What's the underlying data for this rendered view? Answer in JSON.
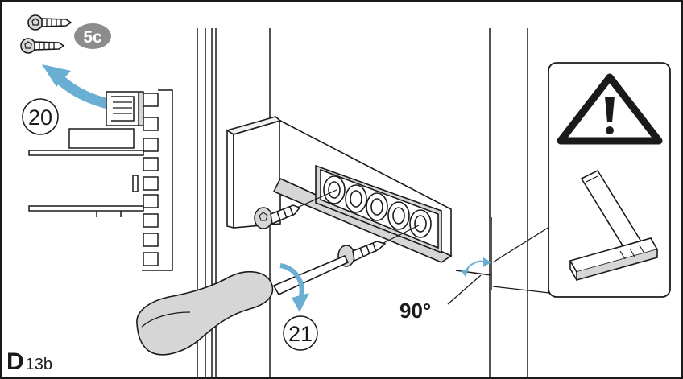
{
  "labels": {
    "step_badge": "5c",
    "step_20": "20",
    "step_21": "21",
    "angle": "90°",
    "figure_letter": "D",
    "figure_sub": "13b"
  },
  "icons": {
    "warning": "warning-triangle-icon",
    "square": "carpenter-square-icon",
    "screw": "screw-icon",
    "screwdriver": "screwdriver-icon",
    "arrow": "curved-arrow-icon"
  },
  "colors": {
    "arrow_blue": "#6aaed4",
    "badge_grey": "#8c8c8c",
    "line": "#1a1a1a",
    "shade": "#d6d6d6",
    "light": "#f2f2f2"
  }
}
